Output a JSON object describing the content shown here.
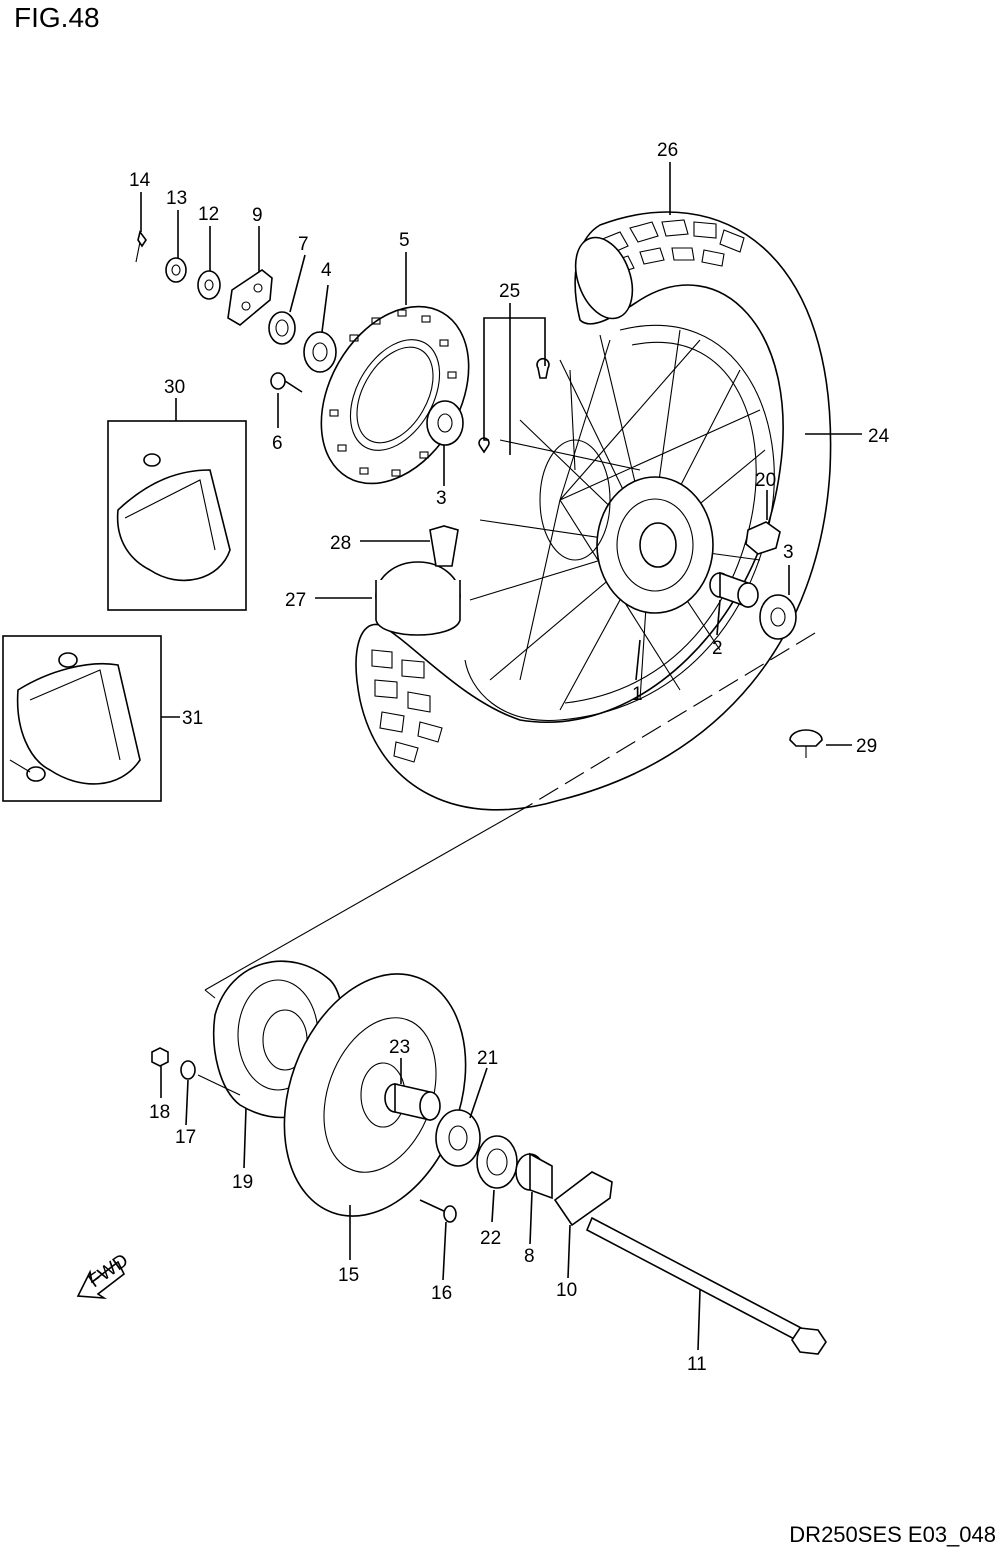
{
  "figure": {
    "title": "FIG.48",
    "code": "DR250SES E03_048",
    "direction_arrow": "FWD"
  },
  "callouts": [
    "1",
    "2",
    "3",
    "3",
    "4",
    "5",
    "6",
    "7",
    "8",
    "9",
    "10",
    "11",
    "12",
    "13",
    "14",
    "15",
    "16",
    "17",
    "18",
    "19",
    "20",
    "21",
    "22",
    "23",
    "24",
    "25",
    "26",
    "27",
    "28",
    "29",
    "30",
    "31"
  ]
}
